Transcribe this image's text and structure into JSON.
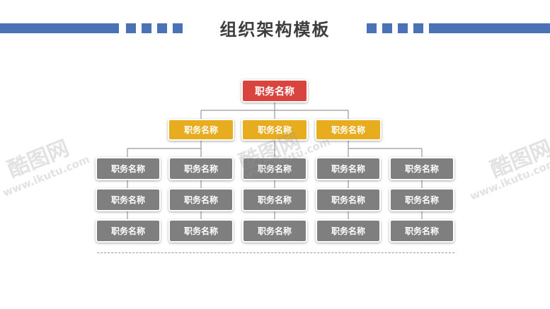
{
  "title": "组织架构模板",
  "colors": {
    "accent": "#4a72b6",
    "root": "#d9443f",
    "mid": "#e8ad1f",
    "leaf": "#7f7f7f"
  },
  "chart": {
    "root": {
      "label": "职务名称"
    },
    "level2": [
      {
        "label": "职务名称"
      },
      {
        "label": "职务名称"
      },
      {
        "label": "职务名称"
      }
    ],
    "columns": [
      [
        "职务名称",
        "职务名称",
        "职务名称"
      ],
      [
        "职务名称",
        "职务名称",
        "职务名称"
      ],
      [
        "职务名称",
        "职务名称",
        "职务名称"
      ],
      [
        "职务名称",
        "职务名称",
        "职务名称"
      ],
      [
        "职务名称",
        "职务名称",
        "职务名称"
      ]
    ]
  },
  "watermark": {
    "brand": "酷图网",
    "url": "www.ikutu.com"
  }
}
